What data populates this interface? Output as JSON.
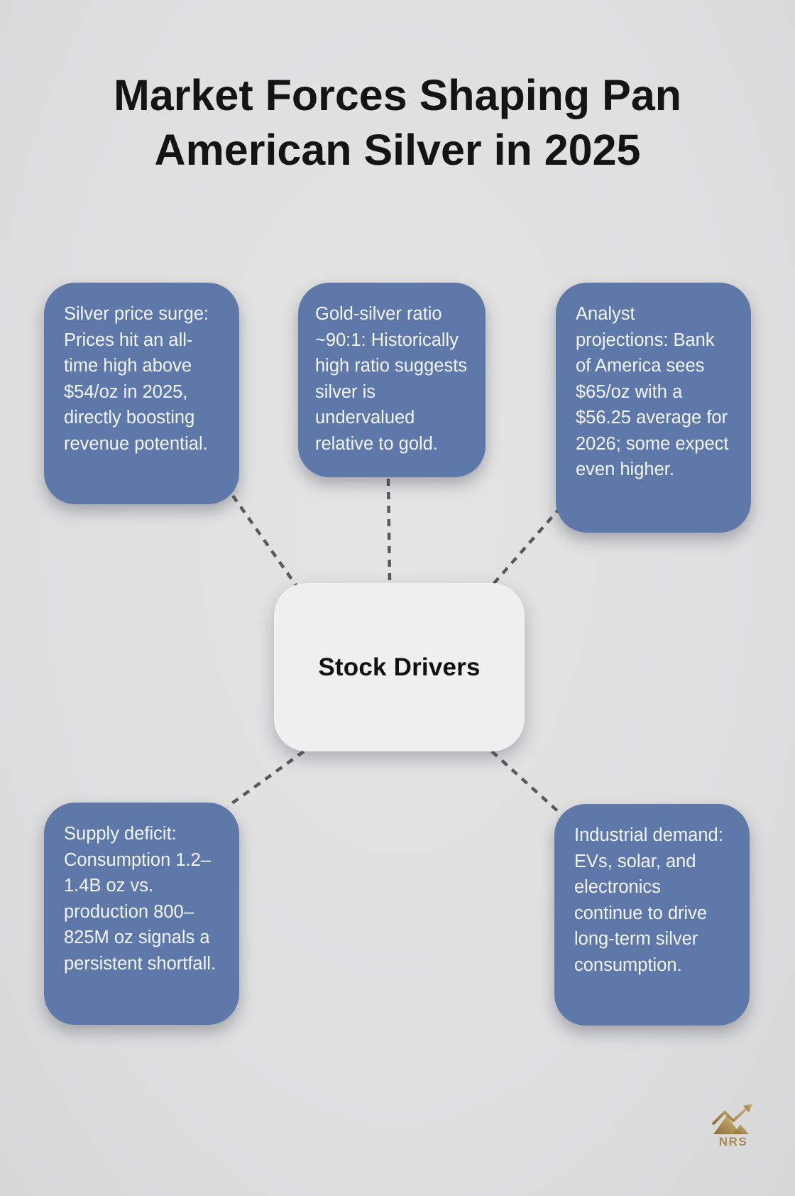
{
  "header": {
    "title_line1": "Market Forces Shaping Pan",
    "title_line2": "American Silver in 2025"
  },
  "diagram": {
    "center_label": "Stock Drivers",
    "factors": [
      {
        "label": "Silver price surge: Prices hit an all-time high above $54/oz in 2025, directly boosting revenue potential."
      },
      {
        "label": "Gold-silver ratio ~90:1: Historically high ratio suggests silver is undervalued relative to gold."
      },
      {
        "label": "Analyst projections: Bank of America sees $65/oz with a $56.25 average for 2026; some expect even higher."
      },
      {
        "label": "Supply deficit: Consumption 1.2–1.4B oz vs. production 800–825M oz signals a persistent shortfall."
      },
      {
        "label": "Industrial demand: EVs, solar, and electronics continue to drive long-term silver consumption."
      }
    ]
  },
  "footer": {
    "logo_text": "NRS",
    "logo_icon": "mountain-trend-arrow-icon"
  },
  "colors": {
    "background": "#e0e0e1",
    "factor_box": "#5e79a9",
    "center_box": "#f0f0f1",
    "factor_text": "#f2f4f8",
    "title_text": "#141414",
    "connector": "#58595b",
    "logo_gold": "#a98a50"
  }
}
